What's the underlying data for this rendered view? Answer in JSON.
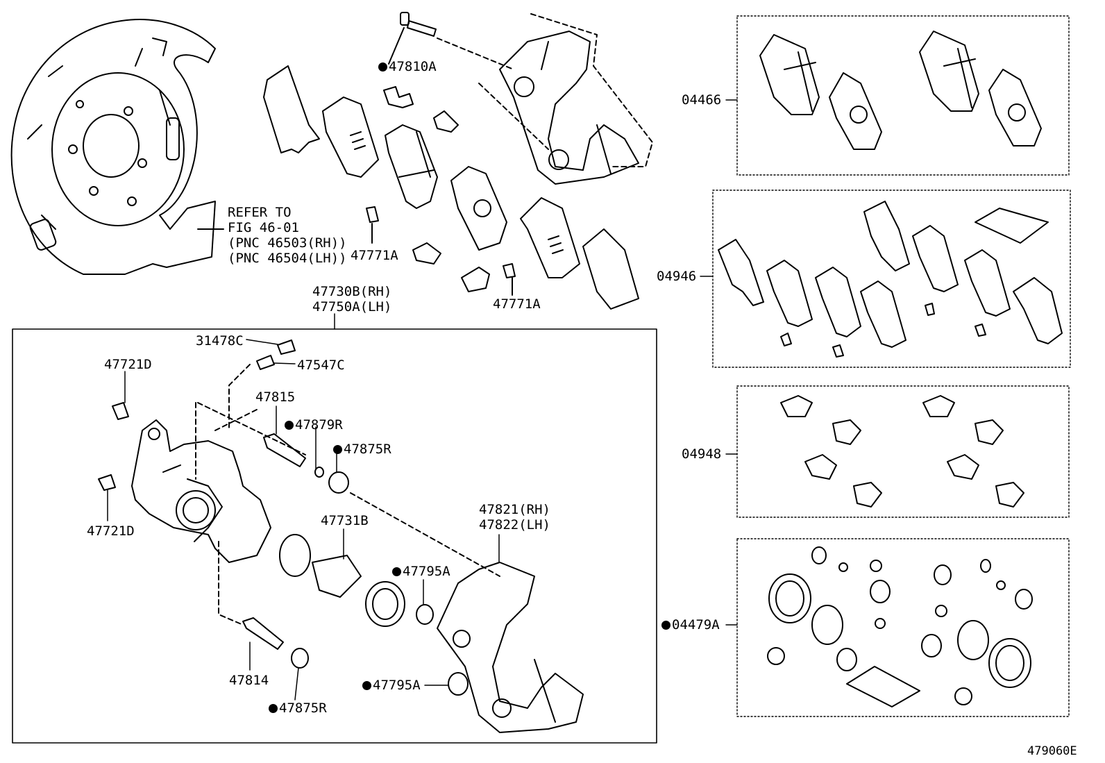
{
  "refer_note": {
    "line1": "REFER TO",
    "line2": "FIG 46-01",
    "line3": "(PNC 46503(RH))",
    "line4": "(PNC 46504(LH))"
  },
  "top_labels": {
    "bolt_47810A": "47810A",
    "clip_47771A_left": "47771A",
    "clip_47771A_right": "47771A"
  },
  "caliper_header": {
    "rh": "47730B(RH)",
    "lh": "47750A(LH)"
  },
  "caliper_labels": {
    "p31478C": "31478C",
    "p47547C": "47547C",
    "p47721D_top": "47721D",
    "p47721D_bottom": "47721D",
    "p47815": "47815",
    "p47879R": "47879R",
    "p47875R_top": "47875R",
    "p47821": "47821(RH)",
    "p47822": "47822(LH)",
    "p47731B": "47731B",
    "p47795A_top": "47795A",
    "p47795A_bottom": "47795A",
    "p47814": "47814",
    "p47875R_bottom": "47875R"
  },
  "kit_labels": {
    "k04466": "04466",
    "k04946": "04946",
    "k04948": "04948",
    "k04479A": "04479A"
  },
  "figure_id": "479060E"
}
